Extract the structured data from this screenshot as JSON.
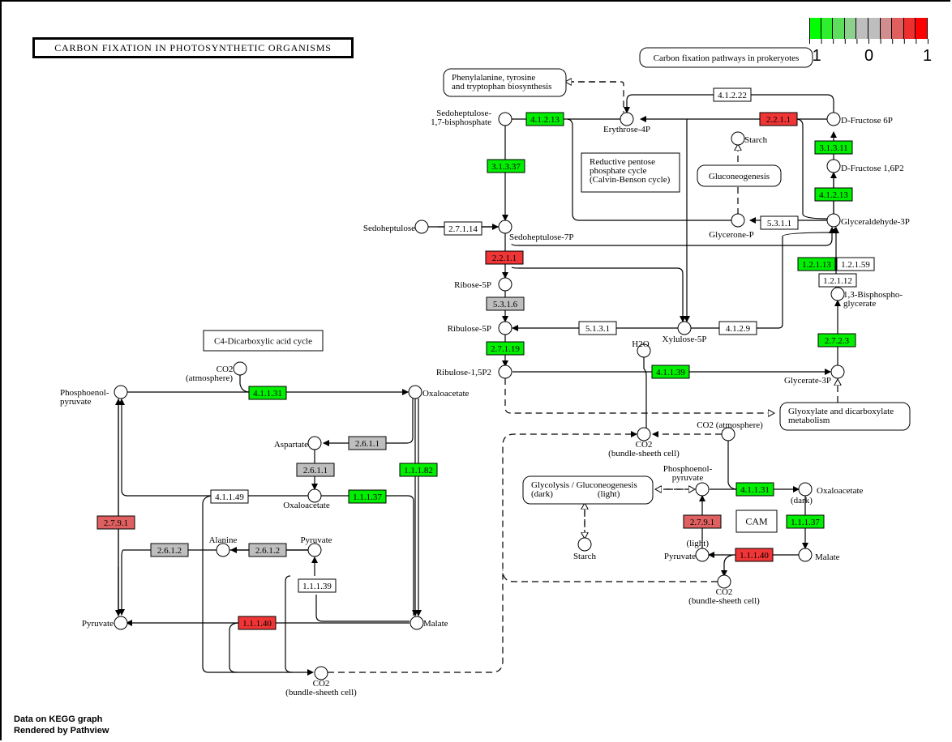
{
  "title": "CARBON FIXATION IN PHOTOSYNTHETIC ORGANISMS",
  "footer": [
    "Data on KEGG graph",
    "Rendered by Pathview"
  ],
  "legend": {
    "colors": [
      "#00ff00",
      "#2eee2e",
      "#5cdd5c",
      "#8dcf8d",
      "#bebebe",
      "#bebebe",
      "#d18e8e",
      "#df5e5e",
      "#ee2f2f",
      "#ff0000"
    ],
    "labels": [
      "-1",
      "0",
      "1"
    ]
  },
  "colors": {
    "up": "#ef3535",
    "up_mild": "#df6060",
    "down": "#00ee00",
    "neutral": "#bebebe",
    "none": "#ffffff"
  },
  "maps": [
    {
      "id": "map-phe-tyr-trp",
      "lines": [
        "Phenylalanine, tyrosine",
        "and tryptophan biosynthesis"
      ]
    },
    {
      "id": "map-prokaryotes",
      "lines": [
        "Carbon fixation pathways in prokeryotes"
      ]
    },
    {
      "id": "map-gluconeogenesis",
      "lines": [
        "Gluconeogenesis"
      ]
    },
    {
      "id": "map-glyoxylate",
      "lines": [
        "Glyoxylate and dicarboxylate",
        "metabolism"
      ]
    },
    {
      "id": "map-glycolysis",
      "lines": [
        "Glycolysis / Gluconeogenesis",
        "(dark)                    (light)"
      ]
    }
  ],
  "notes": [
    {
      "id": "note-calvin",
      "lines": [
        "Reductive pentose",
        "phosphate cycle",
        "(Calvin-Benson cycle)"
      ]
    },
    {
      "id": "note-c4",
      "lines": [
        "C4-Dicarboxylic acid cycle"
      ]
    },
    {
      "id": "note-cam",
      "lines": [
        "CAM"
      ]
    }
  ],
  "enzymes": [
    {
      "id": "e1",
      "label": "4.1.2.13",
      "status": "down"
    },
    {
      "id": "e2",
      "label": "4.1.2.22",
      "status": "none"
    },
    {
      "id": "e3",
      "label": "2.2.1.1",
      "status": "up"
    },
    {
      "id": "e4",
      "label": "3.1.3.11",
      "status": "down"
    },
    {
      "id": "e5",
      "label": "3.1.3.37",
      "status": "down"
    },
    {
      "id": "e6",
      "label": "4.1.2.13",
      "status": "down"
    },
    {
      "id": "e7",
      "label": "5.3.1.1",
      "status": "none"
    },
    {
      "id": "e8",
      "label": "2.7.1.14",
      "status": "none"
    },
    {
      "id": "e9",
      "label": "2.2.1.1",
      "status": "up"
    },
    {
      "id": "e10",
      "label": "1.2.1.13",
      "status": "down"
    },
    {
      "id": "e11",
      "label": "1.2.1.59",
      "status": "none"
    },
    {
      "id": "e12",
      "label": "1.2.1.12",
      "status": "none"
    },
    {
      "id": "e13",
      "label": "5.3.1.6",
      "status": "neutral"
    },
    {
      "id": "e14",
      "label": "5.1.3.1",
      "status": "none"
    },
    {
      "id": "e15",
      "label": "4.1.2.9",
      "status": "none"
    },
    {
      "id": "e16",
      "label": "2.7.1.19",
      "status": "down"
    },
    {
      "id": "e17",
      "label": "2.7.2.3",
      "status": "down"
    },
    {
      "id": "e18",
      "label": "4.1.1.39",
      "status": "down"
    },
    {
      "id": "e19",
      "label": "4.1.1.31",
      "status": "down"
    },
    {
      "id": "e20",
      "label": "2.6.1.1",
      "status": "neutral"
    },
    {
      "id": "e21",
      "label": "2.6.1.1",
      "status": "neutral"
    },
    {
      "id": "e22",
      "label": "1.1.1.82",
      "status": "down"
    },
    {
      "id": "e23",
      "label": "4.1.1.49",
      "status": "none"
    },
    {
      "id": "e24",
      "label": "1.1.1.37",
      "status": "down"
    },
    {
      "id": "e25",
      "label": "2.7.9.1",
      "status": "up_mild"
    },
    {
      "id": "e26",
      "label": "2.6.1.2",
      "status": "neutral"
    },
    {
      "id": "e27",
      "label": "2.6.1.2",
      "status": "neutral"
    },
    {
      "id": "e28",
      "label": "1.1.1.39",
      "status": "none"
    },
    {
      "id": "e29",
      "label": "1.1.1.40",
      "status": "up"
    },
    {
      "id": "e30",
      "label": "4.1.1.31",
      "status": "down"
    },
    {
      "id": "e31",
      "label": "2.7.9.1",
      "status": "up_mild"
    },
    {
      "id": "e32",
      "label": "1.1.1.37",
      "status": "down"
    },
    {
      "id": "e33",
      "label": "1.1.1.40",
      "status": "up"
    }
  ],
  "compounds": [
    {
      "id": "c-s17bp",
      "lines": [
        "Sedoheptulose-",
        "1,7-bisphosphate"
      ]
    },
    {
      "id": "c-e4p",
      "lines": [
        "Erythrose-4P"
      ]
    },
    {
      "id": "c-f6p",
      "lines": [
        "D-Fructose 6P"
      ]
    },
    {
      "id": "c-starch1",
      "lines": [
        "Starch"
      ]
    },
    {
      "id": "c-f16p",
      "lines": [
        "D-Fructose 1,6P2"
      ]
    },
    {
      "id": "c-sedo",
      "lines": [
        "Sedoheptulose"
      ]
    },
    {
      "id": "c-s7p",
      "lines": [
        "Sedoheptulose-7P"
      ]
    },
    {
      "id": "c-glycp",
      "lines": [
        "Glycerone-P"
      ]
    },
    {
      "id": "c-g3p",
      "lines": [
        "Glyceraldehyde-3P"
      ]
    },
    {
      "id": "c-r5p",
      "lines": [
        "Ribose-5P"
      ]
    },
    {
      "id": "c-bpg",
      "lines": [
        "1,3-Bisphospho-",
        "glycerate"
      ]
    },
    {
      "id": "c-ru5p",
      "lines": [
        "Ribulose-5P"
      ]
    },
    {
      "id": "c-x5p",
      "lines": [
        "Xylulose-5P"
      ]
    },
    {
      "id": "c-h2o",
      "lines": [
        "H2O"
      ]
    },
    {
      "id": "c-rubp",
      "lines": [
        "Ribulose-1,5P2"
      ]
    },
    {
      "id": "c-3pg",
      "lines": [
        "Glycerate-3P"
      ]
    },
    {
      "id": "c-co2atm1",
      "lines": [
        "CO2",
        "(atmosphere)"
      ]
    },
    {
      "id": "c-pep1",
      "lines": [
        "Phosphoenol-",
        "pyruvate"
      ]
    },
    {
      "id": "c-oaa1",
      "lines": [
        "Oxaloacetate"
      ]
    },
    {
      "id": "c-co2bs1",
      "lines": [
        "CO2",
        "(bundle-sheeth cell)"
      ]
    },
    {
      "id": "c-co2atm2",
      "lines": [
        "CO2 (atmosphere)"
      ]
    },
    {
      "id": "c-asp",
      "lines": [
        "Aspartate"
      ]
    },
    {
      "id": "c-oaa2",
      "lines": [
        "Oxaloacetate"
      ]
    },
    {
      "id": "c-pep2",
      "lines": [
        "Phosphoenol-",
        "pyruvate"
      ]
    },
    {
      "id": "c-oaa3",
      "lines": [
        "Oxaloacetate",
        "(dark)"
      ]
    },
    {
      "id": "c-ala",
      "lines": [
        "Alanine"
      ]
    },
    {
      "id": "c-pyr1",
      "lines": [
        "Pyruvate"
      ]
    },
    {
      "id": "c-starch2",
      "lines": [
        "Starch"
      ]
    },
    {
      "id": "c-pyr2",
      "lines": [
        "Pyruvate",
        "(light)"
      ]
    },
    {
      "id": "c-mal2",
      "lines": [
        "Malate"
      ]
    },
    {
      "id": "c-co2bs2",
      "lines": [
        "CO2",
        "(bundle-sheeth cell)"
      ]
    },
    {
      "id": "c-pyr3",
      "lines": [
        "Pyruvate"
      ]
    },
    {
      "id": "c-mal1",
      "lines": [
        "Malate"
      ]
    },
    {
      "id": "c-co2bs3",
      "lines": [
        "CO2",
        "(bundle-sheeth cell)"
      ]
    }
  ]
}
